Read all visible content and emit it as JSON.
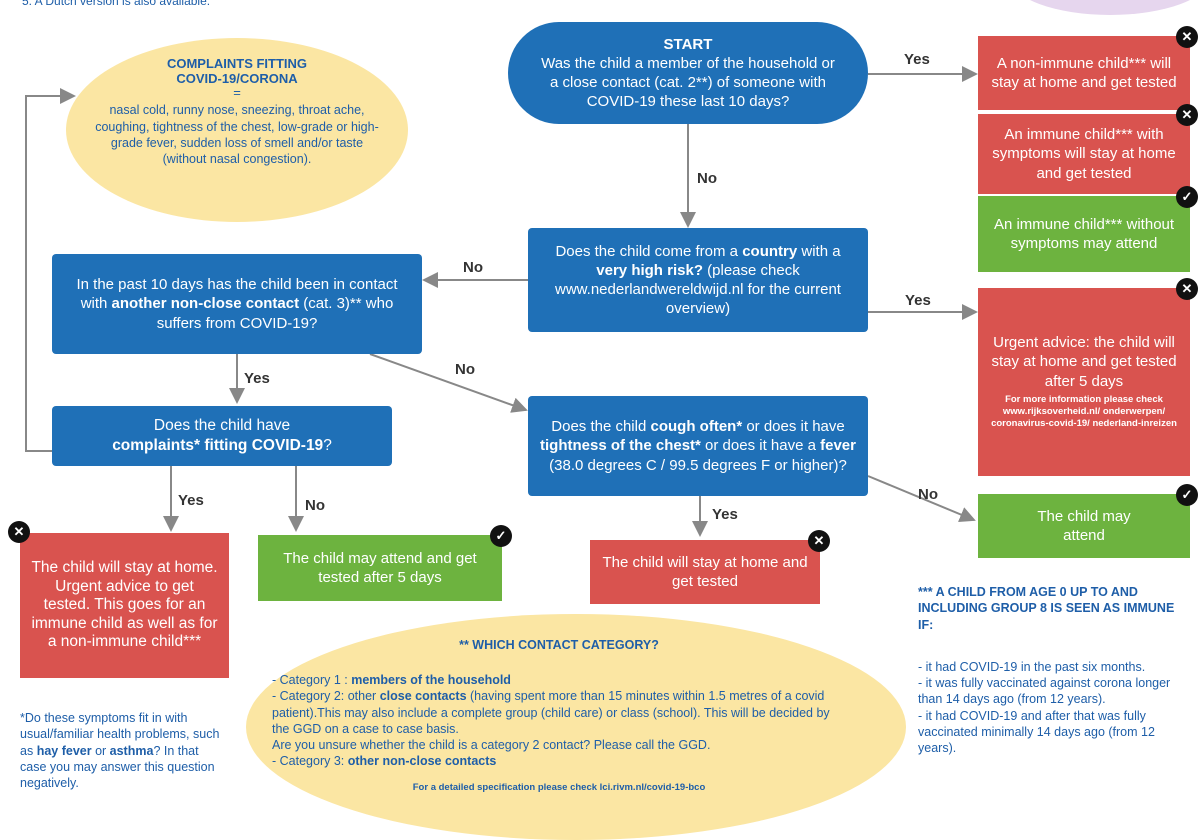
{
  "top_note": "5. A Dutch version is also available.",
  "start": {
    "title": "START",
    "text": "Was the child a member of the household or a close contact (cat. 2**) of someone with COVID-19 these last 10 days?"
  },
  "labels": {
    "yes": "Yes",
    "no": "No"
  },
  "complaints_ellipse": {
    "title1": "COMPLAINTS FITTING",
    "title2": "COVID-19/CORONA",
    "eq": "=",
    "body": "nasal cold, runny nose, sneezing, throat ache, coughing, tightness of the chest, low-grade or high-grade fever, sudden loss of smell and/or taste (without nasal congestion)."
  },
  "outcome_nonimmune": "A non-immune child*** will stay at home and get tested",
  "outcome_immune_sympt": "An immune child*** with symptoms will stay at home and get tested",
  "outcome_immune_nosympt": "An immune child*** without symptoms may attend",
  "q_country": {
    "p1": "Does the child come from a ",
    "b1": "country",
    "p2": " with a ",
    "b2": "very high risk?",
    "p3": " (please check www.nederlandwereldwijd.nl for the current overview)"
  },
  "urgent": {
    "main": "Urgent advice: the child will stay at home and get tested after 5 days",
    "small": "For more information please check www.rijksoverheid.nl/ onderwerpen/ coronavirus-covid-19/ nederland-inreizen"
  },
  "q_noncontact": {
    "p1": "In the past 10 days has the child been in contact with ",
    "b1": "another non-close contact",
    "p2": " (cat. 3)** who suffers from COVID-19?"
  },
  "q_complaints": {
    "p1": "Does the child have",
    "b1": "complaints* fitting COVID-19",
    "p2": "?"
  },
  "q_cough": {
    "p1": "Does the child ",
    "b1": "cough often*",
    "p2": " or does it have ",
    "b2": "tightness of the chest*",
    "p3": " or does it have a ",
    "b3": "fever",
    "p4": " (38.0 degrees C / 99.5 degrees F or higher)?"
  },
  "outcome_stay_urgent": "The child will stay at home. Urgent advice to get tested. This goes for an immune child as well as for a non-immune child***",
  "outcome_attend_5": "The child may attend and get tested after 5 days",
  "outcome_stay_tested": "The child will stay at home and get tested",
  "outcome_may_attend": "The child may attend",
  "footnote_symptoms": {
    "p1": "*Do these symptoms fit in with usual/familiar health problems, such as ",
    "b1": "hay fever",
    "p2": " or ",
    "b2": "asthma",
    "p3": "?  In that case you may answer this question negatively."
  },
  "contact_category": {
    "title": "** WHICH CONTACT CATEGORY?",
    "c1_pre": "- Category 1 : ",
    "c1_b": "members of the household",
    "c2_pre": "- Category 2: other ",
    "c2_b": "close contacts",
    "c2_post": " (having spent more than 15 minutes within 1.5 metres of a covid patient).This may also include a complete group (child care) or class (school). This will be decided by the GGD on a case to case basis.",
    "unsure": "Are you unsure whether the child is a category 2 contact? Please call the GGD.",
    "c3_pre": "- Category 3: ",
    "c3_b": "other non-close contacts",
    "footer": "For a detailed specification please check lci.rivm.nl/covid-19-bco"
  },
  "immune_note": {
    "title": "*** A CHILD FROM AGE 0 UP TO AND INCLUDING GROUP 8 IS SEEN AS IMMUNE IF:",
    "i1": "- it had COVID-19 in the past six months.",
    "i2": "- it was fully vaccinated against corona longer than 14 days ago (from 12 years).",
    "i3": "- it had COVID-19 and after that was fully vaccinated minimally 14 days ago (from 12 years)."
  },
  "colors": {
    "blue": "#1f70b7",
    "red": "#d9534f",
    "green": "#6db33f",
    "yellow": "#fbe6a3",
    "text_blue": "#1e5ea8"
  }
}
